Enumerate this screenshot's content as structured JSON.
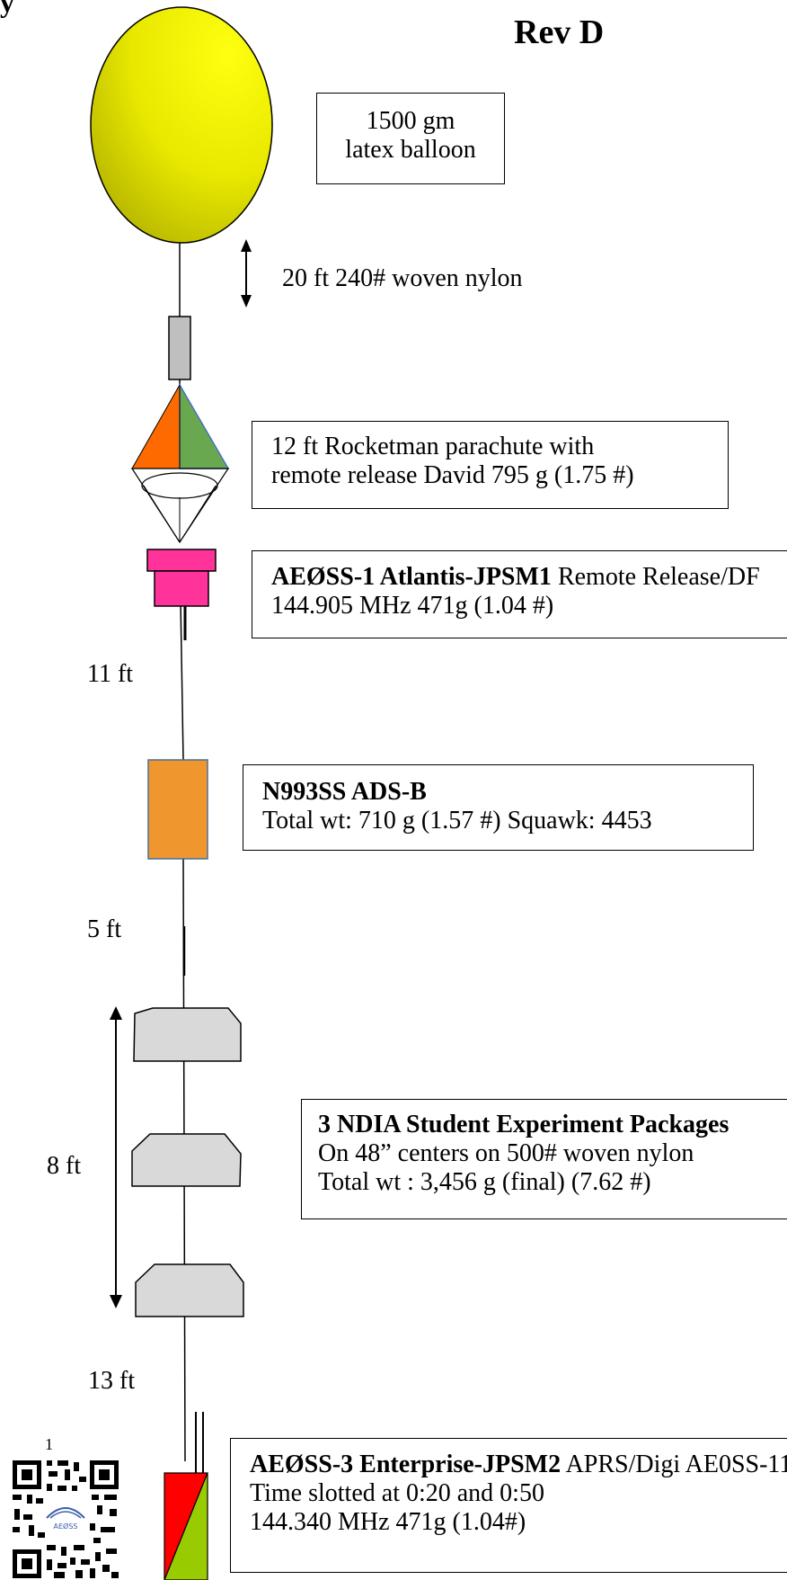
{
  "header": {
    "partial_letter": "y",
    "revision": "Rev D"
  },
  "balloon": {
    "label_line1": "1500 gm",
    "label_line2": "latex balloon",
    "color": "#f2f200"
  },
  "tether_top": {
    "label": "20 ft 240# woven nylon"
  },
  "parachute": {
    "line1": "12 ft Rocketman parachute with",
    "line2": "remote release David 795 g (1.75 #)",
    "color_left": "#ff6a00",
    "color_right": "#6aa84f"
  },
  "atlantis": {
    "bold_name": "AEØSS-1 Atlantis-JPSM1",
    "role": " Remote Release/DF",
    "line2": "144.905 MHz   471g (1.04 #)",
    "color": "#ff3399"
  },
  "spacing_1": {
    "label": "11 ft"
  },
  "adsb": {
    "bold_name": "N993SS ADS-B",
    "line2": "Total wt:  710 g (1.57 #) Squawk: 4453",
    "color": "#f0962f"
  },
  "spacing_2": {
    "label": "5 ft"
  },
  "ndia": {
    "bold_name": "3 NDIA Student Experiment Packages",
    "line2": "On 48” centers on 500# woven nylon",
    "line3": "Total wt : 3,456 g (final) (7.62 #)",
    "color": "#d9d9d9"
  },
  "spacing_3": {
    "label": "8 ft"
  },
  "spacing_4": {
    "label": "13 ft"
  },
  "enterprise": {
    "bold_name": "AEØSS-3 Enterprise-JPSM2",
    "role": " APRS/Digi   AE0SS-11",
    "line2": "Time slotted at 0:20 and 0:50",
    "line3": "144.340 MHz   471g (1.04#)",
    "color_left": "#ff0000",
    "color_right": "#99cc00"
  },
  "footer": {
    "page_number": "1",
    "qr_logo_text": "AEØSS"
  }
}
